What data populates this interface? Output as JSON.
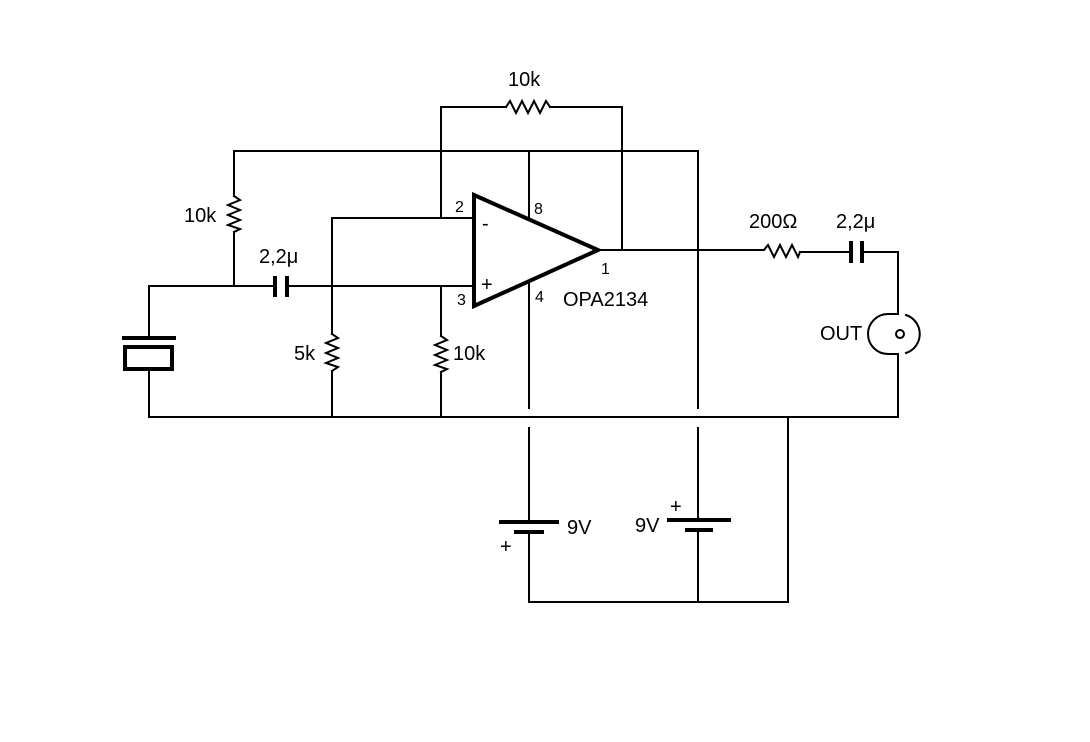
{
  "schematic": {
    "feedback_resistor": "10k",
    "bias_resistor_top": "10k",
    "input_capacitor": "2,2μ",
    "divider_resistor": "5k",
    "input_resistor": "10k",
    "opamp_part": "OPA2134",
    "pins": {
      "inverting": "2",
      "noninverting": "3",
      "supply_pos": "8",
      "supply_neg": "4",
      "output": "1",
      "inverting_sign": "-",
      "noninverting_sign": "+"
    },
    "output_resistor": "200Ω",
    "output_capacitor": "2,2μ",
    "output_jack": "OUT",
    "battery_left": {
      "voltage": "9V",
      "polarity": "+"
    },
    "battery_right": {
      "voltage": "9V",
      "polarity": "+"
    }
  },
  "colors": {
    "ink": "#000000",
    "background": "#ffffff"
  }
}
